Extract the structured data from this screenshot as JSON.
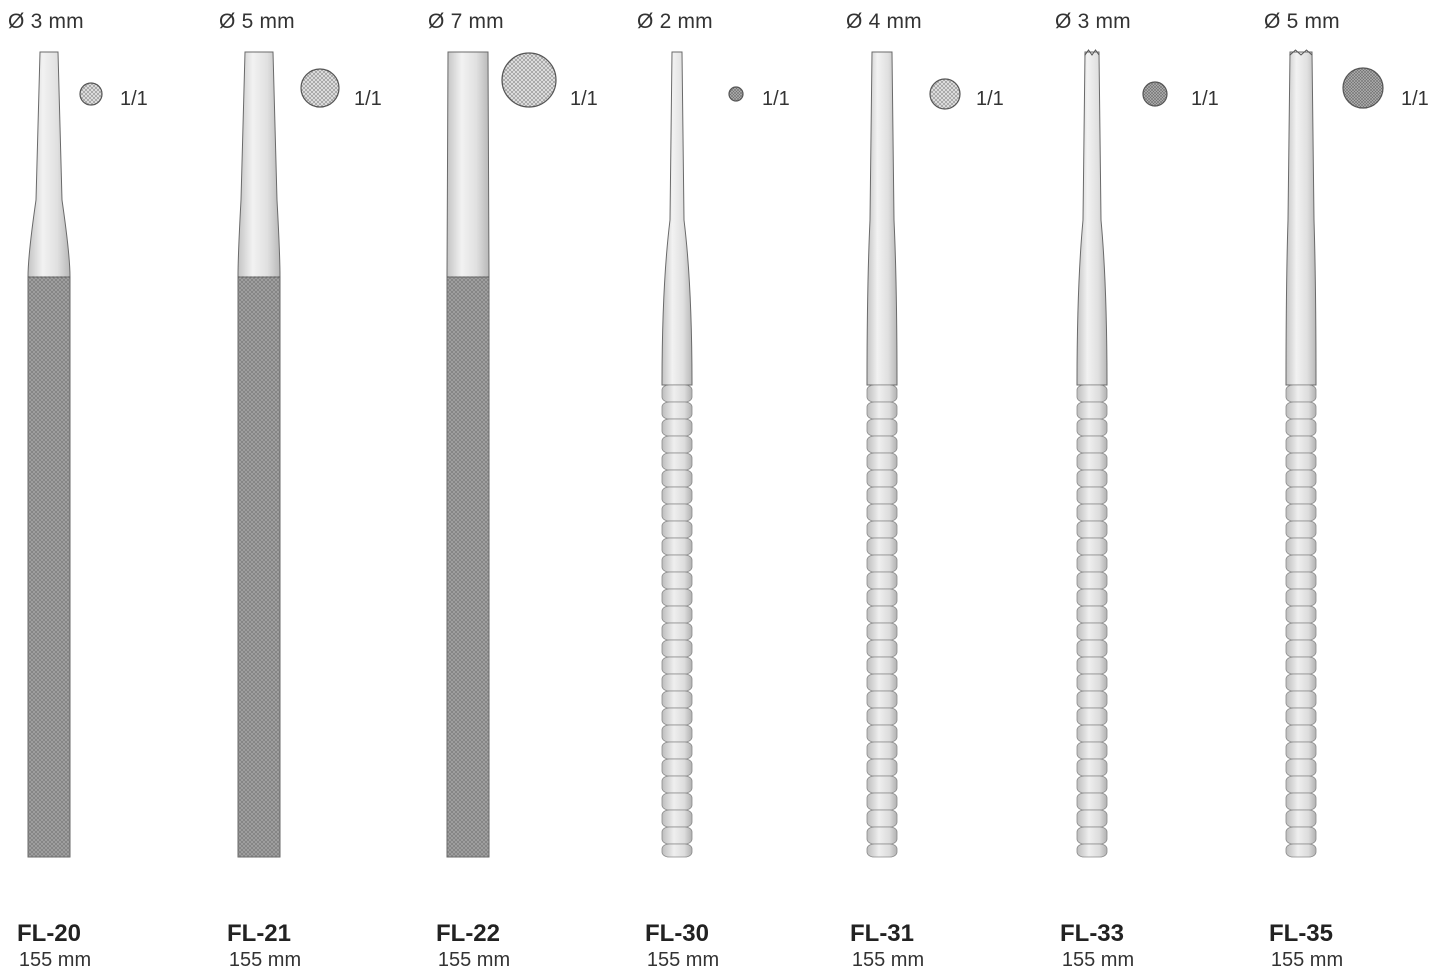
{
  "instruments": [
    {
      "code": "FL-20",
      "diameter": "Ø 3 mm",
      "scale": "1/1",
      "length": "155 mm",
      "handle": "knurled",
      "tip": "tapered",
      "diameter_mm": 3
    },
    {
      "code": "FL-21",
      "diameter": "Ø 5 mm",
      "scale": "1/1",
      "length": "155 mm",
      "handle": "knurled",
      "tip": "tapered",
      "diameter_mm": 5
    },
    {
      "code": "FL-22",
      "diameter": "Ø 7 mm",
      "scale": "1/1",
      "length": "155 mm",
      "handle": "knurled",
      "tip": "straight",
      "diameter_mm": 7
    },
    {
      "code": "FL-30",
      "diameter": "Ø 2 mm",
      "scale": "1/1",
      "length": "155 mm",
      "handle": "ribbed",
      "tip": "tapered",
      "diameter_mm": 2
    },
    {
      "code": "FL-31",
      "diameter": "Ø 4 mm",
      "scale": "1/1",
      "length": "155 mm",
      "handle": "ribbed",
      "tip": "tapered",
      "diameter_mm": 4
    },
    {
      "code": "FL-33",
      "diameter": "Ø 3 mm",
      "scale": "1/1",
      "length": "155 mm",
      "handle": "ribbed",
      "tip": "serrated",
      "diameter_mm": 3
    },
    {
      "code": "FL-35",
      "diameter": "Ø 5 mm",
      "scale": "1/1",
      "length": "155 mm",
      "handle": "ribbed",
      "tip": "serrated",
      "diameter_mm": 5
    }
  ],
  "colors": {
    "knurl_fill": "#9a9a9a",
    "shaft_fill": "#dedede",
    "outline": "#6a6a6a",
    "swatch_fill": "#c8c8c8"
  }
}
